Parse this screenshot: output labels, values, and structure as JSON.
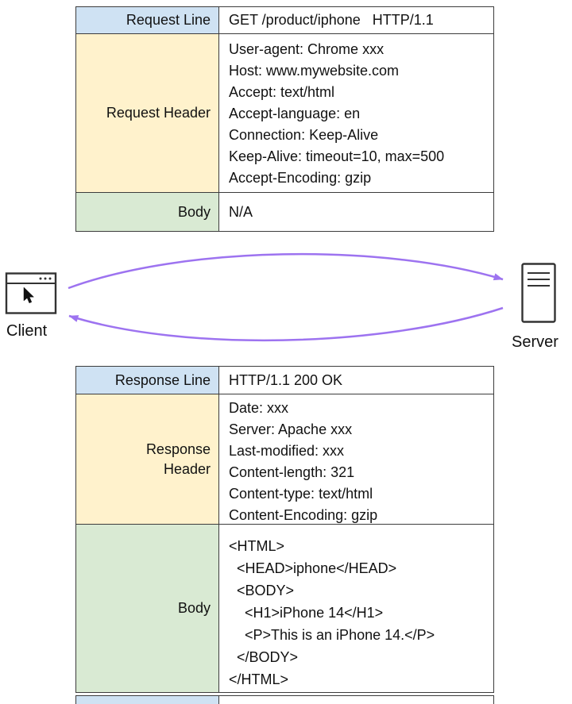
{
  "request": {
    "line_label": "Request Line",
    "line_value": "GET /product/iphone   HTTP/1.1",
    "header_label": "Request Header",
    "header_lines": [
      "User-agent: Chrome xxx",
      "Host: www.mywebsite.com",
      "Accept: text/html",
      "Accept-language: en",
      "Connection: Keep-Alive",
      "Keep-Alive: timeout=10, max=500",
      "Accept-Encoding: gzip"
    ],
    "body_label": "Body",
    "body_value": "N/A"
  },
  "response": {
    "line_label": "Response Line",
    "line_value": "HTTP/1.1 200 OK",
    "header_label": "Response Header",
    "header_lines": [
      "Date: xxx",
      "Server: Apache xxx",
      "Last-modified: xxx",
      "Content-length: 321",
      "Content-type: text/html",
      "Content-Encoding: gzip"
    ],
    "body_label": "Body",
    "body_lines": [
      "<HTML>",
      "  <HEAD>iphone</HEAD>",
      "  <BODY>",
      "    <H1>iPhone 14</H1>",
      "    <P>This is an iPhone 14.</P>",
      "  </BODY>",
      "</HTML>"
    ]
  },
  "actors": {
    "client_label": "Client",
    "server_label": "Server"
  },
  "arrows": {
    "request_direction": "client-to-server",
    "response_direction": "server-to-client"
  },
  "icons": {
    "client": "browser-window-icon",
    "server": "server-tower-icon",
    "cursor": "mouse-cursor-icon"
  },
  "colors": {
    "line_row_bg": "#cfe2f3",
    "header_row_bg": "#fff2cc",
    "body_row_bg": "#d9ead3",
    "arrow": "#9d73f0",
    "table_border": "#3c3c3c"
  }
}
